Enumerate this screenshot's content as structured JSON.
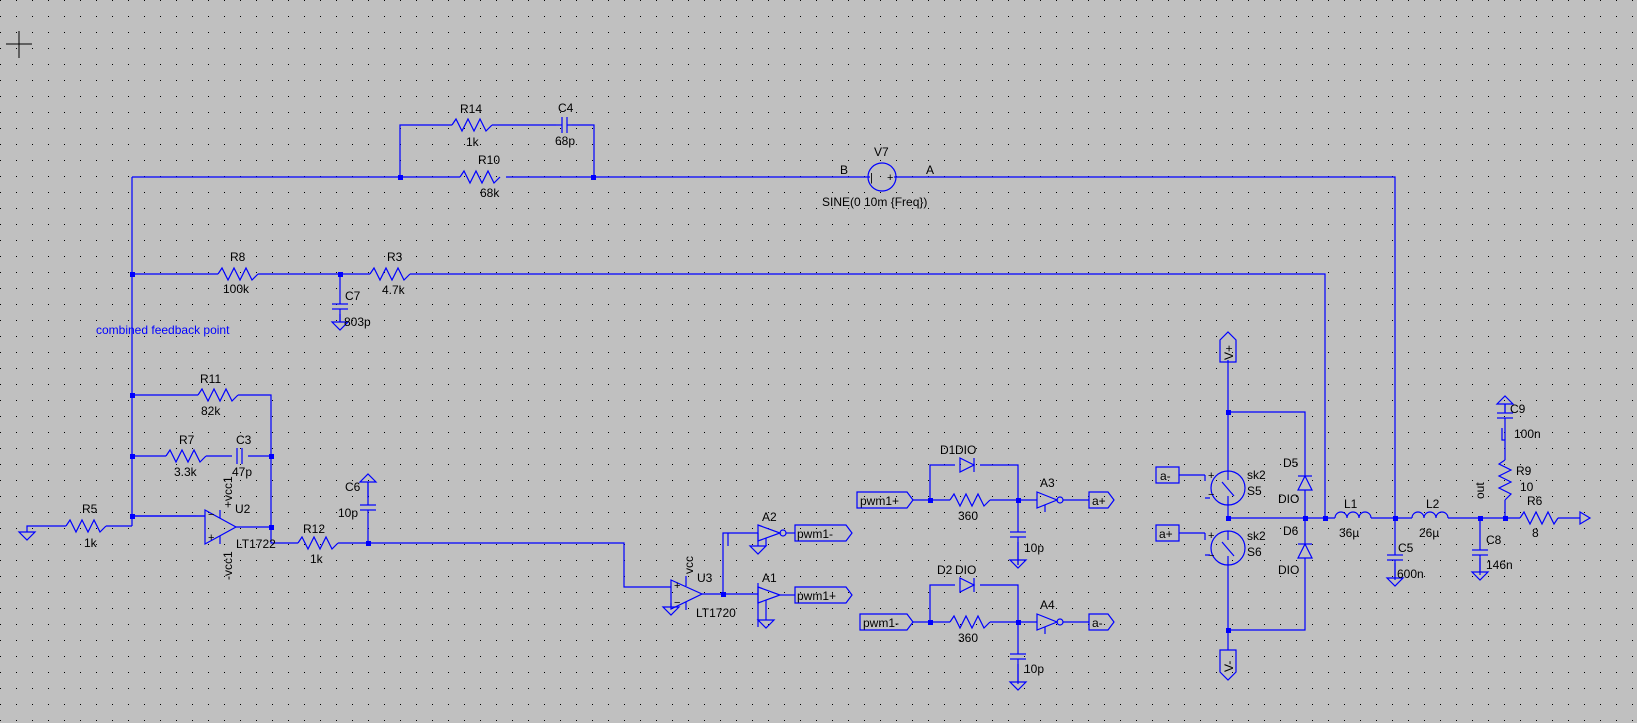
{
  "colors": {
    "background": "#c0c0c0",
    "wire": "#0000ff",
    "text": "#000000",
    "grid": "#000000"
  },
  "note": "combined feedback point",
  "source": {
    "ref": "V7",
    "value": "SINE(0 10m {Freq})",
    "node_b": "B",
    "node_a": "A"
  },
  "resistors": {
    "R14": {
      "ref": "R14",
      "value": "1k"
    },
    "R10": {
      "ref": "R10",
      "value": "68k"
    },
    "R8": {
      "ref": "R8",
      "value": "100k"
    },
    "R3": {
      "ref": "R3",
      "value": "4.7k"
    },
    "R11": {
      "ref": "R11",
      "value": "82k"
    },
    "R7": {
      "ref": "R7",
      "value": "3.3k"
    },
    "R5": {
      "ref": "R5",
      "value": "1k"
    },
    "R12": {
      "ref": "R12",
      "value": "1k"
    },
    "R9": {
      "ref": "R9",
      "value": "10"
    },
    "R6": {
      "ref": "R6",
      "value": "8"
    },
    "D1R": {
      "value": "360"
    },
    "D2R": {
      "value": "360"
    }
  },
  "capacitors": {
    "C4": {
      "ref": "C4",
      "value": "68p"
    },
    "C7": {
      "ref": "C7",
      "value": "803p"
    },
    "C3": {
      "ref": "C3",
      "value": "47p"
    },
    "C6": {
      "ref": "C6",
      "value": "10p"
    },
    "C5": {
      "ref": "C5",
      "value": "600n"
    },
    "C8": {
      "ref": "C8",
      "value": "146n"
    },
    "C9": {
      "ref": "C9",
      "value": "100n"
    },
    "CA3": {
      "value": "10p"
    },
    "CA4": {
      "value": "10p"
    }
  },
  "inductors": {
    "L1": {
      "ref": "L1",
      "value": "36µ"
    },
    "L2": {
      "ref": "L2",
      "value": "26µ"
    }
  },
  "opamps": {
    "U2": {
      "ref": "U2",
      "model": "LT1722",
      "pos_supply": "+vcc1",
      "neg_supply": "-vcc1"
    },
    "U3": {
      "ref": "U3",
      "model": "LT1720",
      "supply": "vcc"
    }
  },
  "gates": {
    "A1": "A1",
    "A2": "A2",
    "A3": "A3",
    "A4": "A4"
  },
  "diodes": {
    "D1": {
      "ref": "D1",
      "model": "DIO"
    },
    "D2": {
      "ref": "D2",
      "model": "DIO"
    },
    "D5": {
      "ref": "D5",
      "model": "DIO"
    },
    "D6": {
      "ref": "D6",
      "model": "DIO"
    }
  },
  "switches": {
    "S5": {
      "ref": "S5",
      "model": "sk2"
    },
    "S6": {
      "ref": "S6",
      "model": "sk2"
    }
  },
  "net_labels": {
    "pwm1_minus": "pwm1-",
    "pwm1_plus": "pwm1+",
    "a_plus": "a+",
    "a_minus": "a-",
    "vplus": "V+",
    "vminus": "V-",
    "out": "out"
  }
}
